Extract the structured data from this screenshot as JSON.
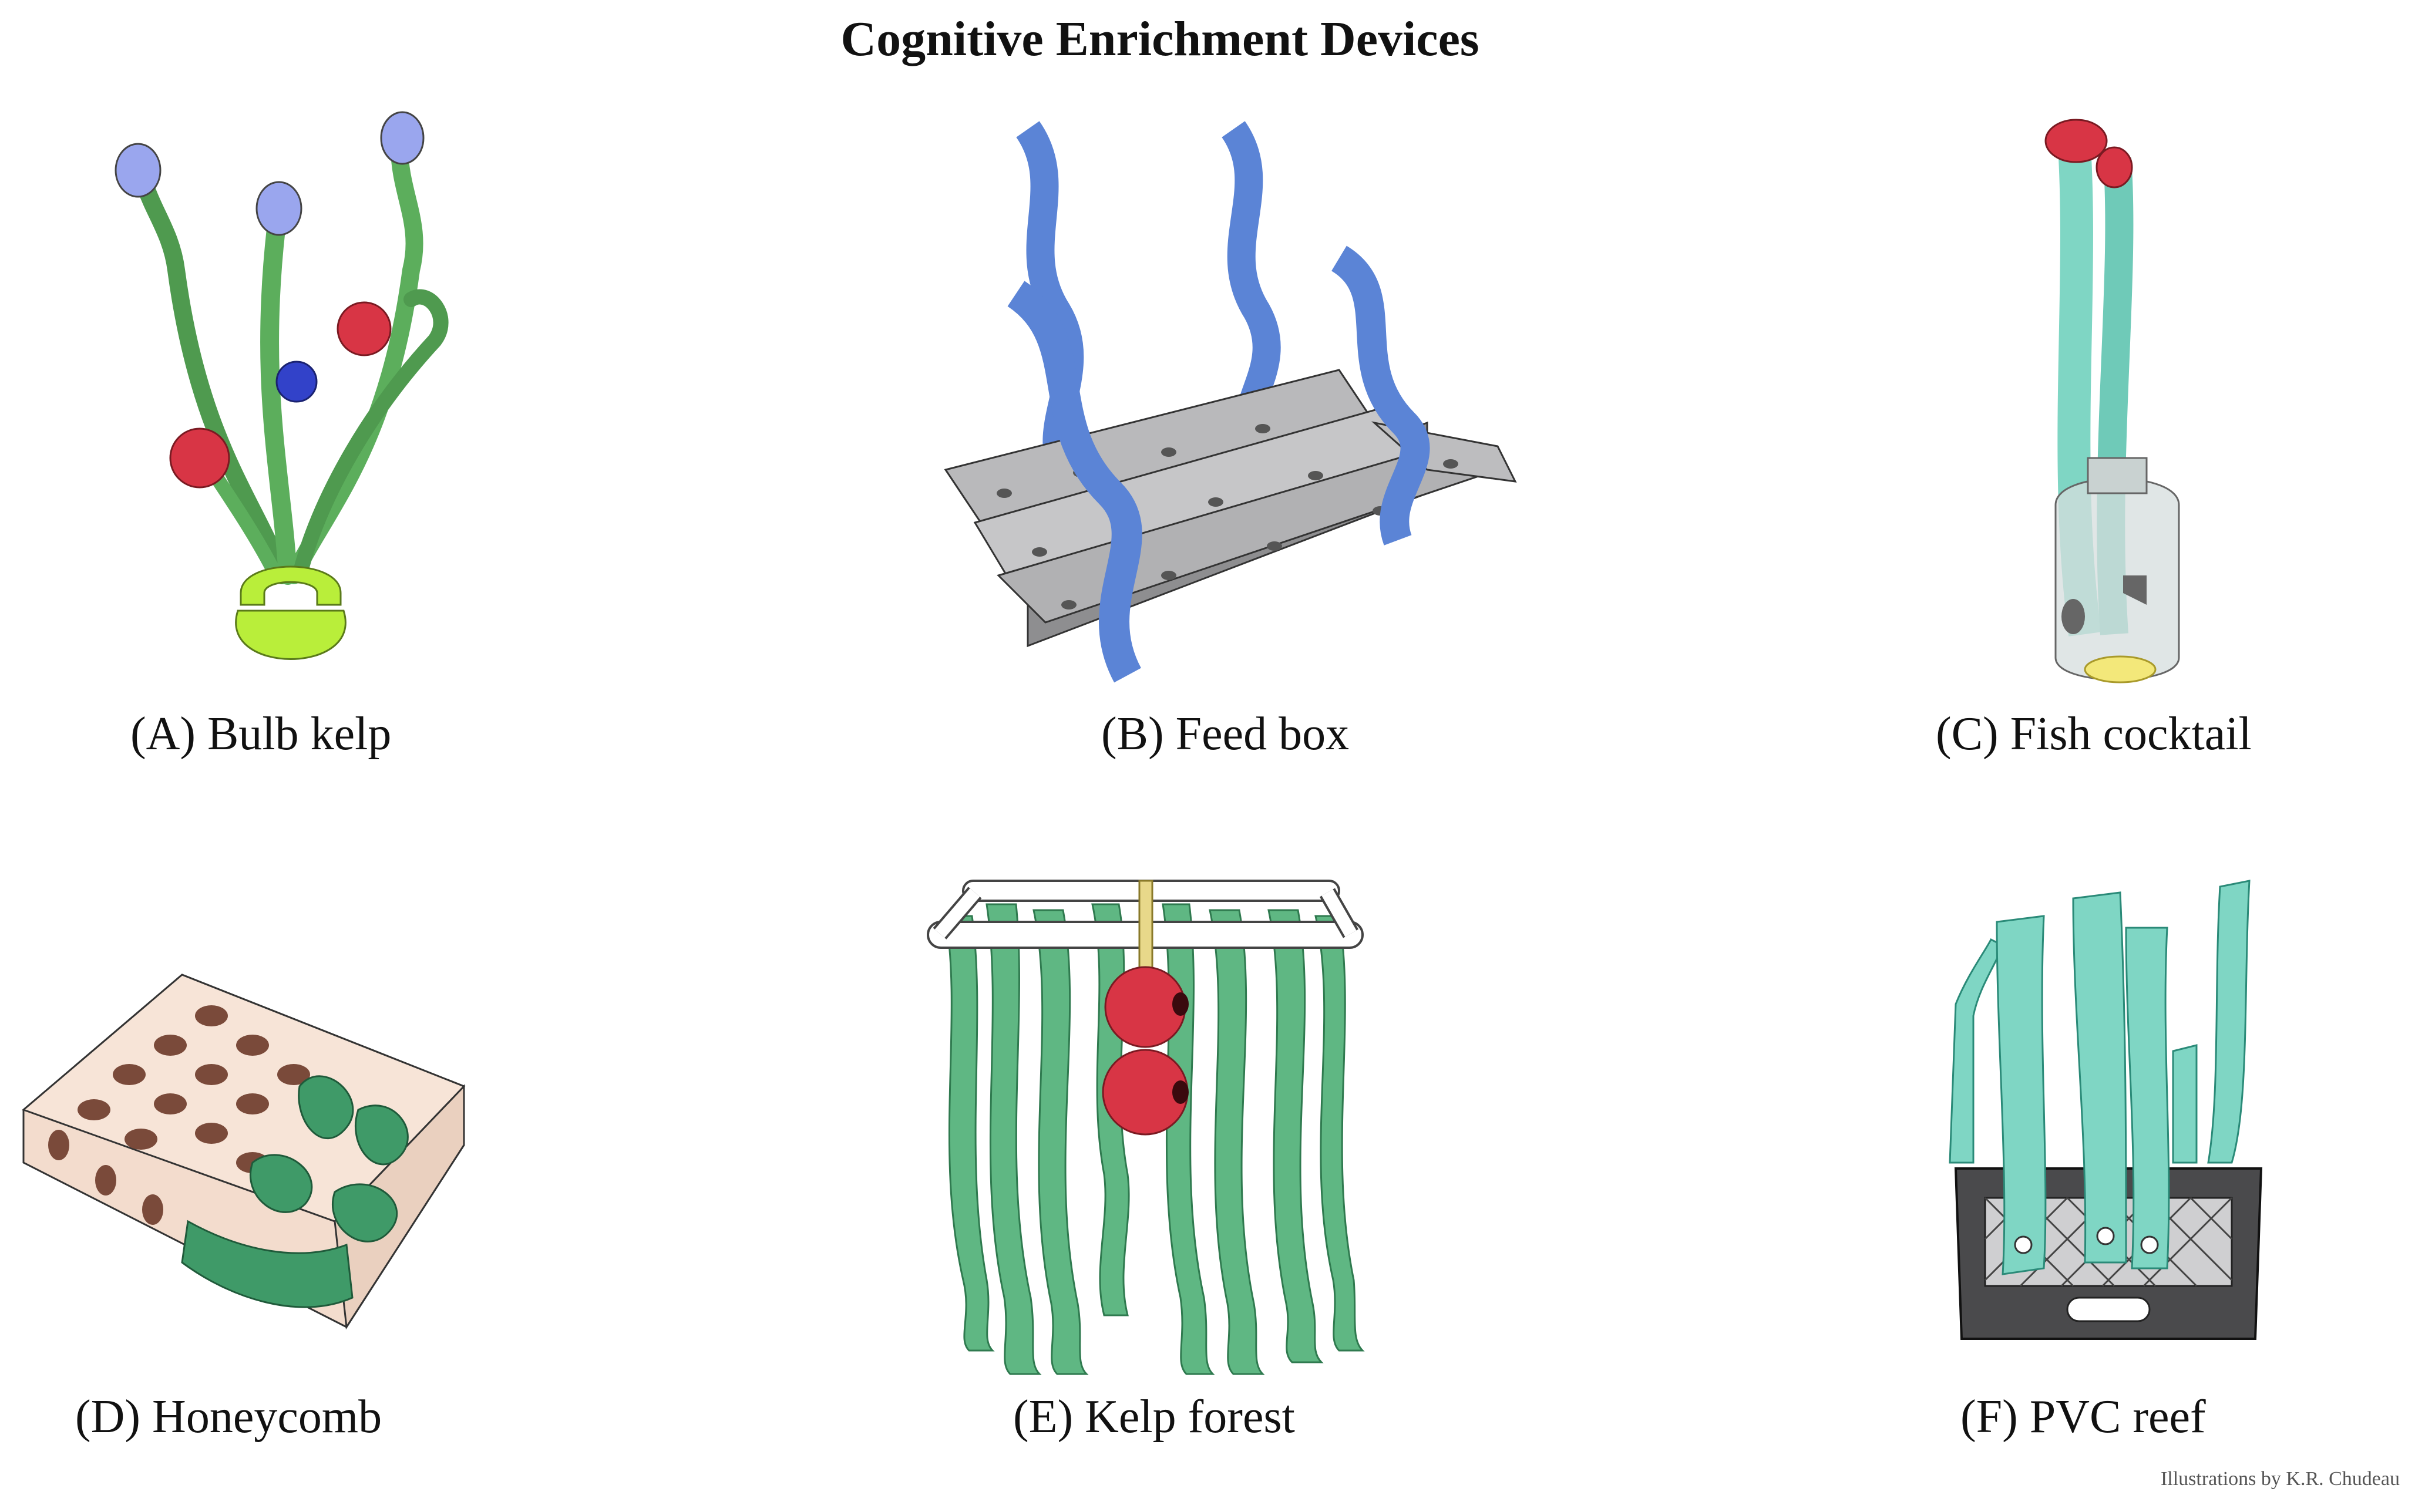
{
  "title": "Cognitive Enrichment Devices",
  "panels": [
    {
      "id": "A",
      "caption": "(A) Bulb kelp",
      "icon": "bulb-kelp-illustration"
    },
    {
      "id": "B",
      "caption": "(B) Feed box",
      "icon": "feed-box-illustration"
    },
    {
      "id": "C",
      "caption": "(C) Fish cocktail",
      "icon": "fish-cocktail-illustration"
    },
    {
      "id": "D",
      "caption": "(D) Honeycomb",
      "icon": "honeycomb-illustration"
    },
    {
      "id": "E",
      "caption": "(E) Kelp forest",
      "icon": "kelp-forest-illustration"
    },
    {
      "id": "F",
      "caption": "(F) PVC reef",
      "icon": "pvc-reef-illustration"
    }
  ],
  "credit": "Illustrations by K.R. Chudeau",
  "colors": {
    "kelp_green": "#5cae5c",
    "teal_kelp": "#7fd6c4",
    "blue_kelp": "#5b84d6",
    "float_red": "#d83545",
    "metal_grey": "#b9b9bb",
    "brick_pink": "#f3dccd",
    "dark_green": "#3f9a68"
  }
}
